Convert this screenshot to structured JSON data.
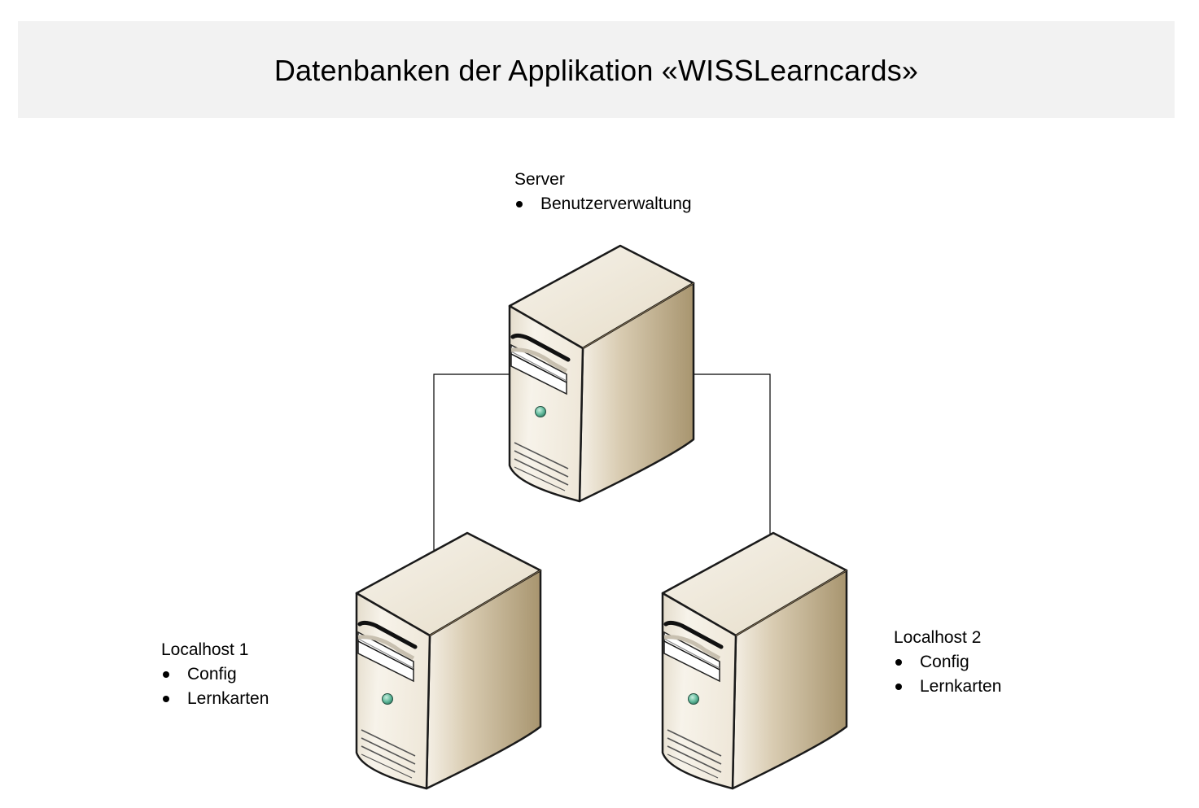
{
  "title": "Datenbanken der Applikation «WISSLearncards»",
  "nodes": {
    "server": {
      "name": "Server",
      "items": [
        "Benutzerverwaltung"
      ]
    },
    "localhost1": {
      "name": "Localhost 1",
      "items": [
        "Config",
        "Lernkarten"
      ]
    },
    "localhost2": {
      "name": "Localhost 2",
      "items": [
        "Config",
        "Lernkarten"
      ]
    }
  },
  "icons": {
    "server": "server-tower-icon",
    "localhost1": "server-tower-icon",
    "localhost2": "server-tower-icon"
  },
  "colors": {
    "title_background": "#f2f2f2",
    "tower_front": "#f3eee3",
    "tower_side": "#b9a682",
    "tower_top": "#ede6d6",
    "power_led": "#5fb89a"
  }
}
